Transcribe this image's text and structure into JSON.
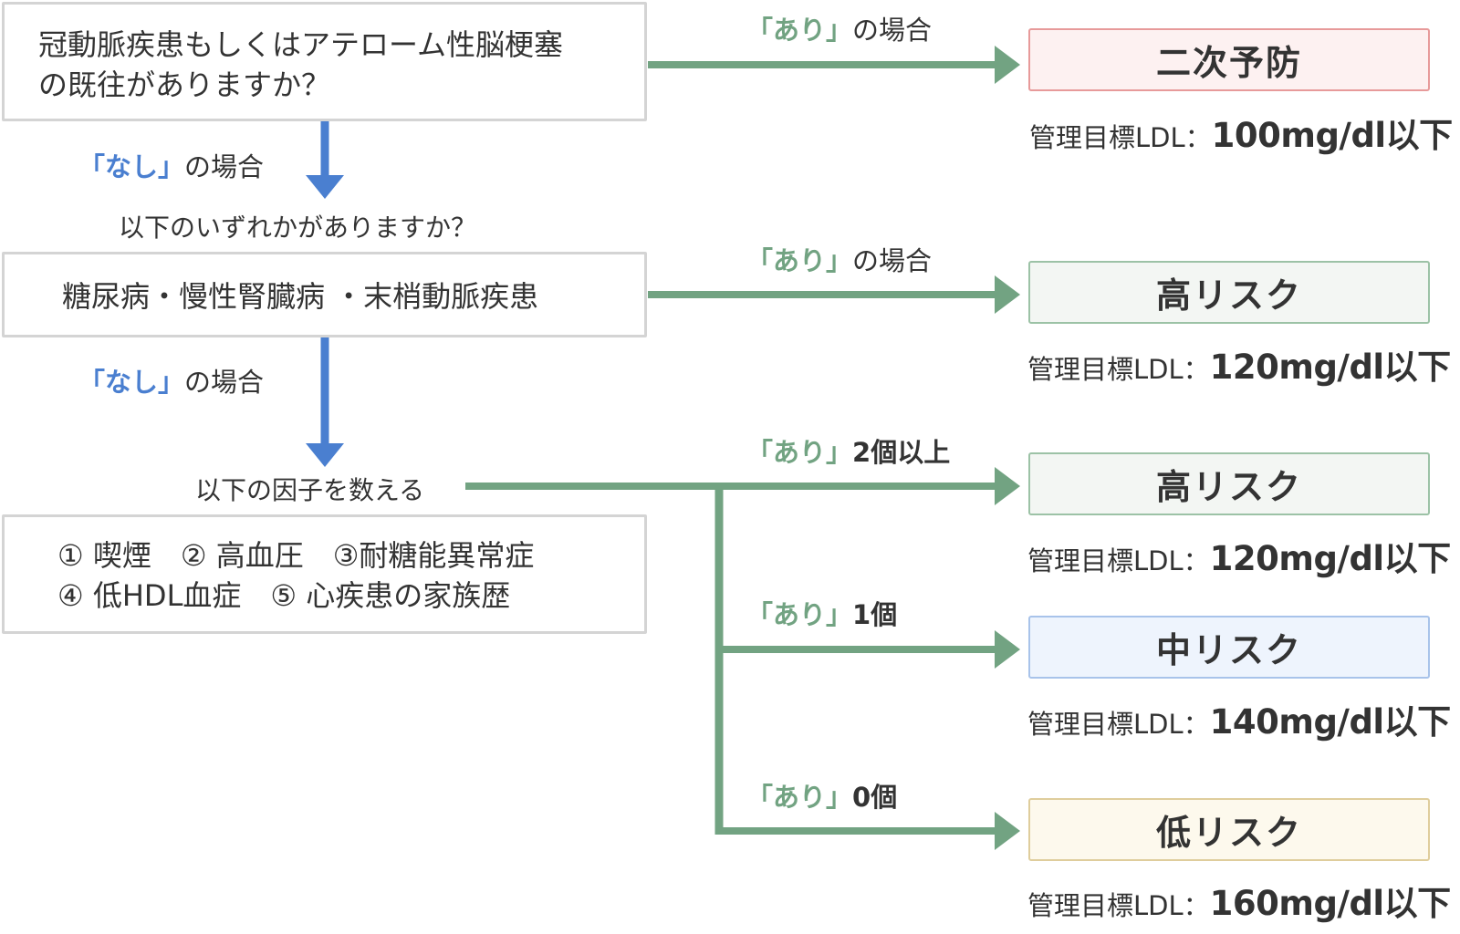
{
  "question1": {
    "line1": "冠動脈疾患もしくはアテローム性脳梗塞",
    "line2": "の既往がありますか？"
  },
  "cond_nashi_1": {
    "keyword": "「なし」",
    "suffix": "の場合"
  },
  "question2_lead": "以下のいずれかがありますか？",
  "question2_box": "糖尿病・慢性腎臓病 ・末梢動脈疾患",
  "cond_nashi_2": {
    "keyword": "「なし」",
    "suffix": "の場合"
  },
  "factors_lead": "以下の因子を数える",
  "factors": {
    "row1": "① 喫煙　② 高血圧　③耐糖能異常症",
    "row2": "④ 低HDL血症　⑤ 心疾患の家族歴"
  },
  "branches": [
    {
      "keyword": "「あり」",
      "suffix": "の場合",
      "suffix_bold": false,
      "result": "二次予防",
      "target_prefix": "管理目標LDL：",
      "target_value": "100mg/dl以下",
      "fill": "#fdf1f1",
      "border": "#e79a9a"
    },
    {
      "keyword": "「あり」",
      "suffix": "の場合",
      "suffix_bold": false,
      "result": "高リスク",
      "target_prefix": "管理目標LDL：",
      "target_value": "120mg/dl以下",
      "fill": "#f3f6f3",
      "border": "#9cc2a6"
    },
    {
      "keyword": "「あり」",
      "suffix": "2個以上",
      "suffix_bold": true,
      "result": "高リスク",
      "target_prefix": "管理目標LDL：",
      "target_value": "120mg/dl以下",
      "fill": "#f3f6f3",
      "border": "#9cc2a6"
    },
    {
      "keyword": "「あり」",
      "suffix": "1個",
      "suffix_bold": true,
      "result": "中リスク",
      "target_prefix": "管理目標LDL：",
      "target_value": "140mg/dl以下",
      "fill": "#eef4fd",
      "border": "#a8c3ea"
    },
    {
      "keyword": "「あり」",
      "suffix": "0個",
      "suffix_bold": true,
      "result": "低リスク",
      "target_prefix": "管理目標LDL：",
      "target_value": "160mg/dl以下",
      "fill": "#fdf9ed",
      "border": "#dfcd9c"
    }
  ],
  "colors": {
    "blue_arrow": "#4a7fd0",
    "green_arrow": "#72a382",
    "box_border": "#d4d4d4"
  }
}
